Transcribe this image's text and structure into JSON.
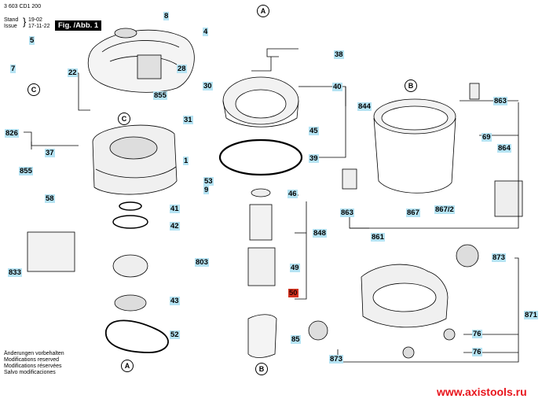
{
  "header": {
    "doc_number": "3 603 CD1 200",
    "stand_label": "Stand",
    "issue_label": "Issue",
    "stand_value": "19-02",
    "issue_value": "17-11-22",
    "figure_label": "Fig. /Abb. 1"
  },
  "notes": [
    "Änderungen vorbehalten",
    "Modifications reserved",
    "Modifications réservées",
    "Salvo modificaciones"
  ],
  "watermark": "www.axistools.ru",
  "colors": {
    "label_bg": "#b5e3f3",
    "highlight_bg": "#d2321e",
    "watermark": "#e8141c"
  },
  "connectors": [
    "A",
    "B",
    "C",
    "A",
    "B",
    "C"
  ],
  "part_labels": [
    {
      "id": "8",
      "text": "8"
    },
    {
      "id": "4",
      "text": "4"
    },
    {
      "id": "5",
      "text": "5"
    },
    {
      "id": "7",
      "text": "7"
    },
    {
      "id": "22",
      "text": "22"
    },
    {
      "id": "28",
      "text": "28"
    },
    {
      "id": "30",
      "text": "30"
    },
    {
      "id": "855a",
      "text": "855"
    },
    {
      "id": "31",
      "text": "31"
    },
    {
      "id": "826",
      "text": "826"
    },
    {
      "id": "37",
      "text": "37"
    },
    {
      "id": "1",
      "text": "1"
    },
    {
      "id": "855b",
      "text": "855"
    },
    {
      "id": "53",
      "text": "53"
    },
    {
      "id": "9",
      "text": "9"
    },
    {
      "id": "58",
      "text": "58"
    },
    {
      "id": "41",
      "text": "41"
    },
    {
      "id": "42",
      "text": "42"
    },
    {
      "id": "803",
      "text": "803"
    },
    {
      "id": "833",
      "text": "833"
    },
    {
      "id": "43",
      "text": "43"
    },
    {
      "id": "52",
      "text": "52"
    },
    {
      "id": "38",
      "text": "38"
    },
    {
      "id": "40",
      "text": "40"
    },
    {
      "id": "844",
      "text": "844"
    },
    {
      "id": "45",
      "text": "45"
    },
    {
      "id": "39",
      "text": "39"
    },
    {
      "id": "46",
      "text": "46"
    },
    {
      "id": "848",
      "text": "848"
    },
    {
      "id": "49",
      "text": "49"
    },
    {
      "id": "50",
      "text": "50",
      "highlight": true
    },
    {
      "id": "85",
      "text": "85"
    },
    {
      "id": "863a",
      "text": "863"
    },
    {
      "id": "69",
      "text": "69"
    },
    {
      "id": "864",
      "text": "864"
    },
    {
      "id": "863b",
      "text": "863"
    },
    {
      "id": "867",
      "text": "867"
    },
    {
      "id": "867_2",
      "text": "867/2"
    },
    {
      "id": "861",
      "text": "861"
    },
    {
      "id": "873a",
      "text": "873"
    },
    {
      "id": "871",
      "text": "871"
    },
    {
      "id": "76a",
      "text": "76"
    },
    {
      "id": "76b",
      "text": "76"
    },
    {
      "id": "873b",
      "text": "873"
    }
  ]
}
